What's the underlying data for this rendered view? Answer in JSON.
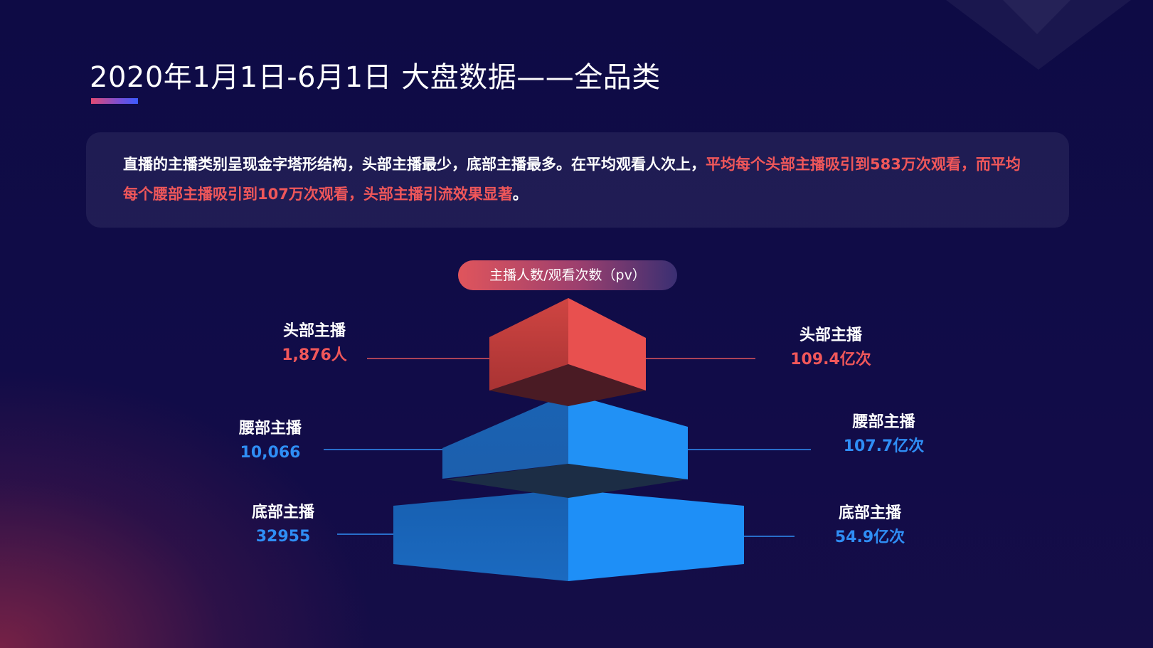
{
  "title": "2020年1月1日-6月1日 大盘数据——全品类",
  "summary": {
    "plain_1": "直播的主播类别呈现金字塔形结构，头部主播最少，底部主播最多。在平均观看人次上，",
    "highlight": "平均每个头部主播吸引到583万次观看，而平均每个腰部主播吸引到107万次观看，头部主播引流效果显著",
    "plain_2": "。"
  },
  "chart_caption": "主播人数/观看次数（pv）",
  "tiers": [
    {
      "key": "head",
      "name": "头部主播",
      "count": "1,876人",
      "views": "109.4亿次"
    },
    {
      "key": "waist",
      "name": "腰部主播",
      "count": "10,066",
      "views": "107.7亿次"
    },
    {
      "key": "base",
      "name": "底部主播",
      "count": "32955",
      "views": "54.9亿次"
    }
  ],
  "colors": {
    "highlight": "#f0575a",
    "head_tier": "#e8504f",
    "waist_tier": "#2191f5",
    "base_tier": "#1e8ff7",
    "accent_blue": "#2f8ef5"
  }
}
